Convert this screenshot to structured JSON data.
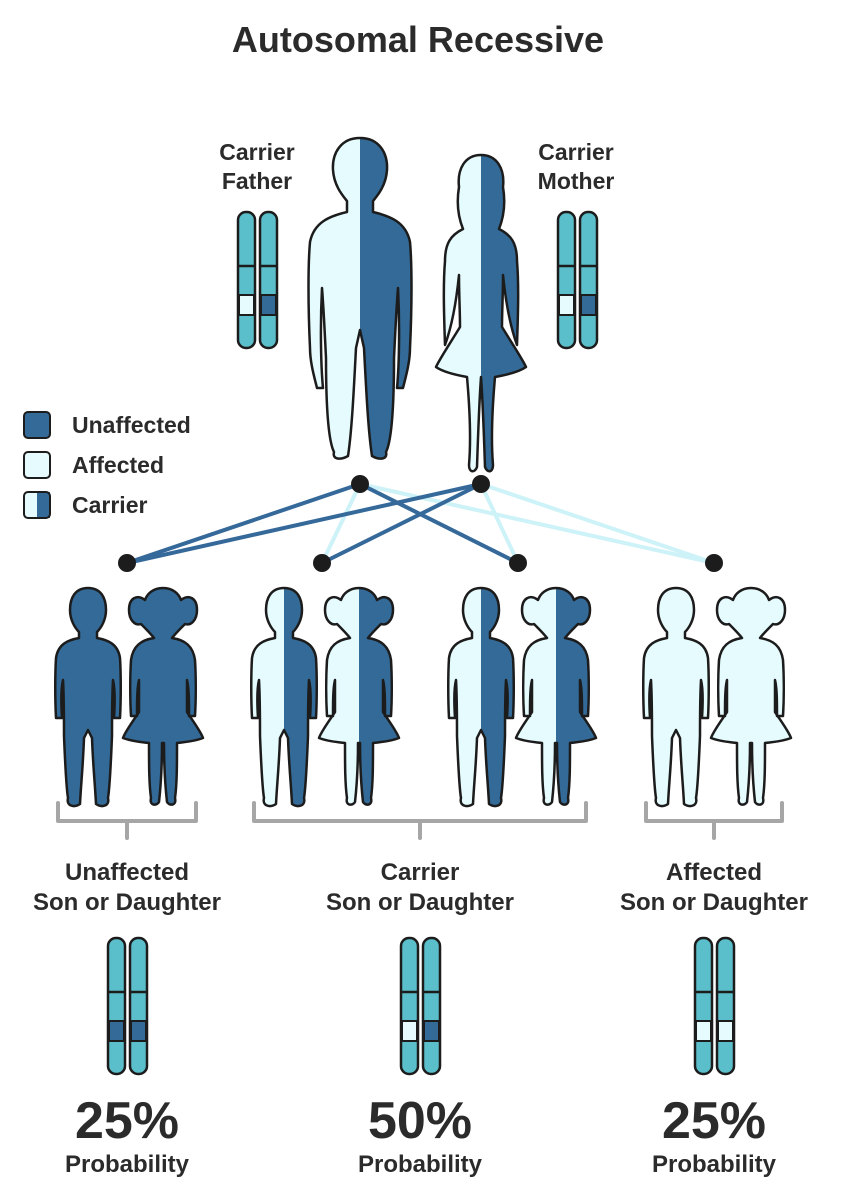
{
  "title": "Autosomal Recessive",
  "parents": {
    "father": {
      "line1": "Carrier",
      "line2": "Father"
    },
    "mother": {
      "line1": "Carrier",
      "line2": "Mother"
    }
  },
  "legend": [
    {
      "label": "Unaffected",
      "swatch": "unaffected"
    },
    {
      "label": "Affected",
      "swatch": "affected"
    },
    {
      "label": "Carrier",
      "swatch": "carrier"
    }
  ],
  "outcomes": [
    {
      "line1": "Unaffected",
      "line2": "Son or Daughter",
      "percent": "25%",
      "prob": "Probability"
    },
    {
      "line1": "Carrier",
      "line2": "Son or Daughter",
      "percent": "50%",
      "prob": "Probability"
    },
    {
      "line1": "Affected",
      "line2": "Son or Daughter",
      "percent": "25%",
      "prob": "Probability"
    }
  ],
  "colors": {
    "dark": "#336a97",
    "light": "#e5fbfd",
    "chromosome": "#5bbfcb",
    "outline": "#1c1c1c",
    "bracket": "#a6a6a6",
    "line_dark": "#35699a",
    "line_light": "#cdf2f8"
  }
}
